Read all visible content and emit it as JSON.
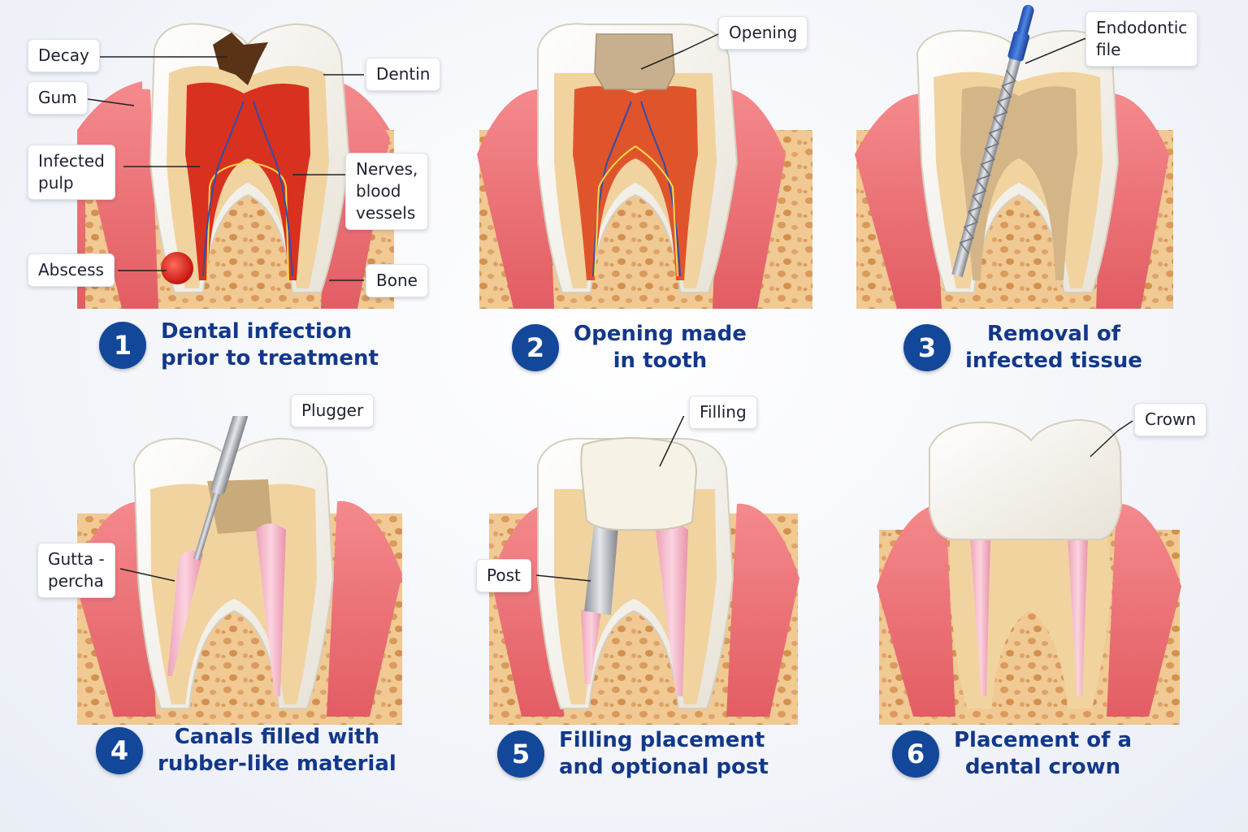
{
  "colors": {
    "badge": "#13479a",
    "caption": "#13388a",
    "gum": "#e8676b",
    "bone": "#f0c993",
    "enamel": "#f7f5f0",
    "dentin": "#f1d3a0",
    "pulp": "#d8311f",
    "gutta_percha": "#f2b4c6",
    "instrument_blue": "#2f63c8",
    "metal": "#a9acb2"
  },
  "steps": [
    {
      "number": "1",
      "caption": "Dental infection\nprior to treatment",
      "labels": {
        "decay": "Decay",
        "gum": "Gum",
        "dentin": "Dentin",
        "infected_pulp": "Infected\npulp",
        "nerves": "Nerves,\nblood vessels",
        "abscess": "Abscess",
        "bone": "Bone"
      }
    },
    {
      "number": "2",
      "caption": "Opening made\nin tooth",
      "labels": {
        "opening": "Opening"
      }
    },
    {
      "number": "3",
      "caption": "Removal of\ninfected tissue",
      "labels": {
        "file": "Endodontic\nfile"
      }
    },
    {
      "number": "4",
      "caption": "Canals filled with\nrubber-like material",
      "labels": {
        "plugger": "Plugger",
        "gutta": "Gutta -\npercha"
      }
    },
    {
      "number": "5",
      "caption": "Filling placement\nand optional post",
      "labels": {
        "filling": "Filling",
        "post": "Post"
      }
    },
    {
      "number": "6",
      "caption": "Placement of a\ndental crown",
      "labels": {
        "crown": "Crown"
      }
    }
  ]
}
